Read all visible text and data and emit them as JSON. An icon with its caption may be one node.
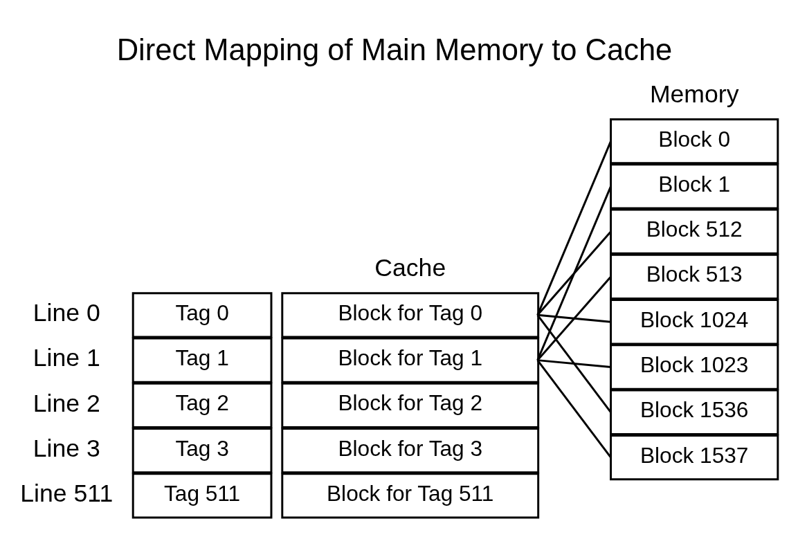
{
  "diagram": {
    "title": "Direct Mapping of Main Memory to Cache",
    "nodes": [
      {
        "text": [
          "Tag 0"
        ]
      },
      {
        "text": [
          "Block for Tag 0"
        ]
      },
      {
        "text": [
          "Tag 1"
        ]
      },
      {
        "text": [
          "Block for Tag 1"
        ]
      },
      {
        "text": [
          "Tag 2"
        ]
      },
      {
        "text": [
          "Block for Tag 2"
        ]
      },
      {
        "text": [
          "Tag 3"
        ]
      },
      {
        "text": [
          "Block for Tag 3"
        ]
      },
      {
        "text": [
          "Tag 511"
        ]
      },
      {
        "text": [
          "Block for Tag 511"
        ]
      },
      {
        "text": [
          "Block 0"
        ]
      },
      {
        "text": [
          "Block 1"
        ]
      },
      {
        "text": [
          "Block 512"
        ]
      },
      {
        "text": [
          "Block 513"
        ]
      },
      {
        "text": [
          "Block 1024"
        ]
      },
      {
        "text": [
          "Block 1023"
        ]
      },
      {
        "text": [
          "Block 1536"
        ]
      },
      {
        "text": [
          "Block 1537"
        ]
      }
    ],
    "edges": [
      {
        "from": 1,
        "to": 10,
        "arrow": "none"
      },
      {
        "from": 1,
        "to": 12,
        "arrow": "none"
      },
      {
        "from": 1,
        "to": 14,
        "arrow": "none"
      },
      {
        "from": 1,
        "to": 16,
        "arrow": "none"
      },
      {
        "from": 3,
        "to": 11,
        "arrow": "none"
      },
      {
        "from": 3,
        "to": 13,
        "arrow": "none"
      },
      {
        "from": 3,
        "to": 15,
        "arrow": "none"
      },
      {
        "from": 3,
        "to": 17,
        "arrow": "none"
      }
    ],
    "labels": [
      "Memory",
      "Cache",
      "Line 0",
      "Line 1",
      "Line 2",
      "Line 3",
      "Line 511"
    ]
  }
}
